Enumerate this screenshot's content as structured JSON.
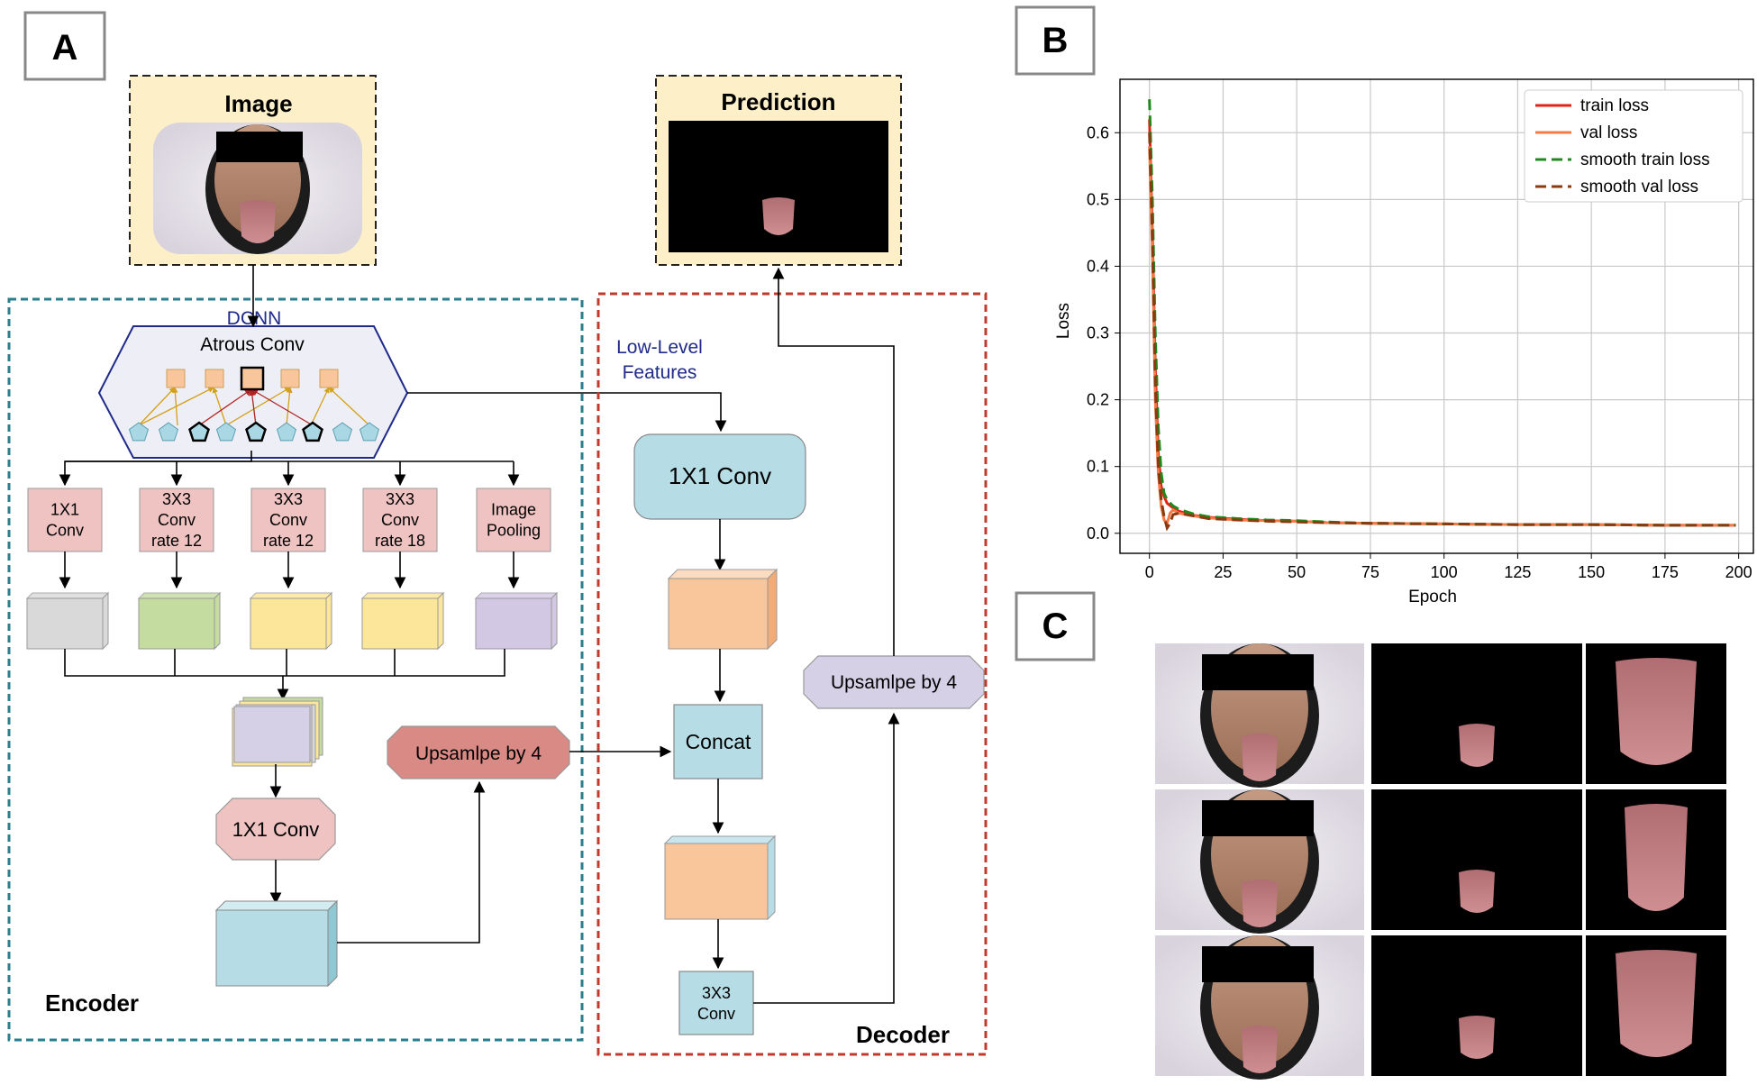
{
  "panels": {
    "a": "A",
    "b": "B",
    "c": "C"
  },
  "encoder": {
    "input_title": "Image",
    "dcnn_label": "DCNN",
    "atrous_label": "Atrous Conv",
    "branches": [
      {
        "lines": [
          "1X1",
          "Conv"
        ],
        "feature_color": "#d9d9d9"
      },
      {
        "lines": [
          "3X3",
          "Conv",
          "rate 12"
        ],
        "feature_color": "#c5dca0"
      },
      {
        "lines": [
          "3X3",
          "Conv",
          "rate 12"
        ],
        "feature_color": "#fce699"
      },
      {
        "lines": [
          "3X3",
          "Conv",
          "rate 18"
        ],
        "feature_color": "#fce699"
      },
      {
        "lines": [
          "Image",
          "Pooling"
        ],
        "feature_color": "#d3c8e4"
      }
    ],
    "conv1x1_label": "1X1 Conv",
    "upsample_label": "Upsamlpe by 4",
    "footer_label": "Encoder"
  },
  "decoder": {
    "output_title": "Prediction",
    "low_level_label": [
      "Low-Level",
      "Features"
    ],
    "conv1x1_label": "1X1 Conv",
    "concat_label": "Concat",
    "conv3x3_lines": [
      "3X3",
      "Conv"
    ],
    "upsample_label": "Upsamlpe by 4",
    "footer_label": "Decoder"
  },
  "colors": {
    "encoder_border": "#2a7f8f",
    "decoder_border": "#c0392b",
    "image_bg": "#fdf0c8",
    "conv_pink": "#eec3c1",
    "conv_blue": "#b6dde6",
    "feature_orange": "#f9c59a",
    "upsample_red": "#d98a84",
    "upsample_purple": "#d6d0e6",
    "dcnn_text": "#1f2a8a"
  },
  "chart_data": {
    "type": "line",
    "xlabel": "Epoch",
    "ylabel": "Loss",
    "xlim": [
      -10,
      205
    ],
    "ylim": [
      -0.03,
      0.68
    ],
    "xticks": [
      0,
      25,
      50,
      75,
      100,
      125,
      150,
      175,
      200
    ],
    "yticks": [
      0.0,
      0.1,
      0.2,
      0.3,
      0.4,
      0.5,
      0.6
    ],
    "grid": true,
    "legend_position": "top-right",
    "series": [
      {
        "name": "train loss",
        "color": "#e32219",
        "style": "solid",
        "x": [
          0,
          1,
          2,
          3,
          4,
          5,
          6,
          8,
          10,
          15,
          20,
          30,
          40,
          50,
          60,
          75,
          100,
          125,
          150,
          175,
          199
        ],
        "y": [
          0.62,
          0.45,
          0.25,
          0.12,
          0.07,
          0.055,
          0.045,
          0.038,
          0.033,
          0.027,
          0.024,
          0.021,
          0.019,
          0.018,
          0.016,
          0.015,
          0.014,
          0.013,
          0.013,
          0.012,
          0.012
        ]
      },
      {
        "name": "val loss",
        "color": "#f47b45",
        "style": "solid",
        "x": [
          0,
          1,
          2,
          3,
          4,
          5,
          6,
          7,
          8,
          10,
          15,
          20,
          30,
          40,
          50,
          60,
          75,
          100,
          125,
          150,
          175,
          199
        ],
        "y": [
          0.58,
          0.42,
          0.2,
          0.09,
          0.04,
          0.02,
          0.015,
          0.03,
          0.035,
          0.03,
          0.026,
          0.023,
          0.02,
          0.019,
          0.018,
          0.016,
          0.015,
          0.014,
          0.013,
          0.013,
          0.012,
          0.012
        ]
      },
      {
        "name": "smooth train loss",
        "color": "#1e8a1e",
        "style": "dashed",
        "x": [
          0,
          1,
          2,
          3,
          4,
          5,
          6,
          8,
          10,
          15,
          20,
          30,
          40,
          50,
          60,
          75,
          100,
          125,
          150,
          175,
          199
        ],
        "y": [
          0.65,
          0.5,
          0.3,
          0.16,
          0.09,
          0.06,
          0.05,
          0.041,
          0.036,
          0.029,
          0.025,
          0.022,
          0.02,
          0.019,
          0.017,
          0.015,
          0.014,
          0.013,
          0.013,
          0.012,
          0.012
        ]
      },
      {
        "name": "smooth val loss",
        "color": "#8b3a0f",
        "style": "dashed",
        "x": [
          0,
          1,
          2,
          3,
          4,
          5,
          6,
          7,
          8,
          10,
          15,
          20,
          30,
          40,
          50,
          60,
          75,
          100,
          125,
          150,
          175,
          199
        ],
        "y": [
          0.6,
          0.44,
          0.22,
          0.1,
          0.05,
          0.025,
          0.008,
          0.015,
          0.028,
          0.03,
          0.026,
          0.022,
          0.02,
          0.018,
          0.017,
          0.016,
          0.015,
          0.014,
          0.013,
          0.013,
          0.012,
          0.012
        ]
      }
    ]
  }
}
